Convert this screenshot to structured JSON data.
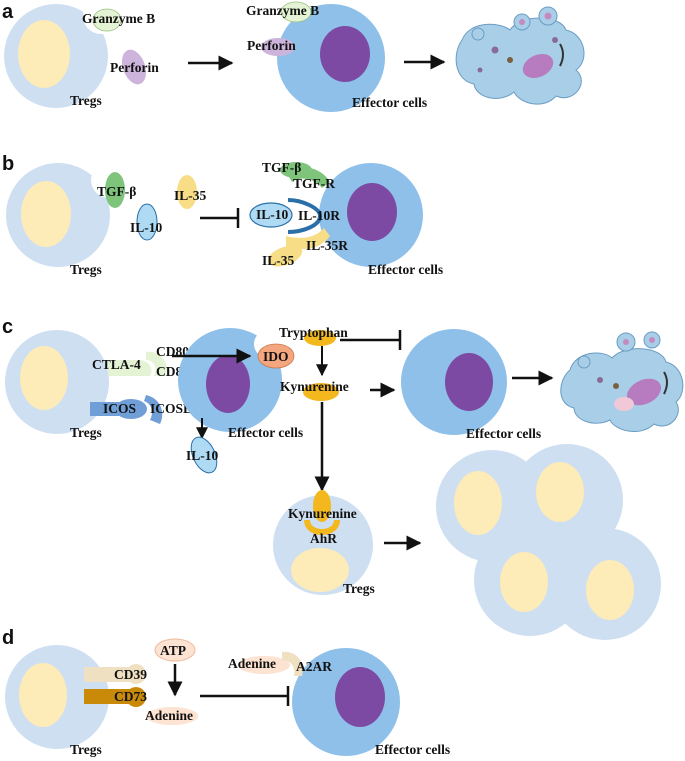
{
  "panels": {
    "a": {
      "letter": "a",
      "granzyme_1": "Granzyme B",
      "perforin_1": "Perforin",
      "granzyme_2": "Granzyme B",
      "perforin_2": "Perforin",
      "tregs": "Tregs",
      "effector": "Effector cells"
    },
    "b": {
      "letter": "b",
      "tgfb": "TGF-β",
      "il10": "IL-10",
      "il35": "IL-35",
      "tgfb_bound": "TGF-β",
      "tgfr": "TGF-R",
      "il10_bound": "IL-10",
      "il10r": "IL-10R",
      "il35r": "IL-35R",
      "il35_bound": "IL-35",
      "tregs": "Tregs",
      "effector": "Effector cells"
    },
    "c": {
      "letter": "c",
      "ctla4": "CTLA-4",
      "cd80": "CD80",
      "cd86": "CD86",
      "icos": "ICOS",
      "icosl": "ICOSL",
      "ido": "IDO",
      "tryptophan": "Tryptophan",
      "kynurenine": "Kynurenine",
      "il10": "IL-10",
      "tregs": "Tregs",
      "effector_1": "Effector cells",
      "effector_2": "Effector cells",
      "kynurenine_2": "Kynurenine",
      "ahr": "AhR",
      "tregs_2": "Tregs"
    },
    "d": {
      "letter": "d",
      "atp": "ATP",
      "cd39": "CD39",
      "cd73": "CD73",
      "adenine_1": "Adenine",
      "adenine_2": "Adenine",
      "a2ar": "A2AR",
      "tregs": "Tregs",
      "effector": "Effector cells"
    }
  },
  "colors": {
    "treg_cell": "#cfdff2",
    "treg_nucleus": "#fdebb8",
    "effector_cell": "#8fc0ea",
    "effector_nucleus": "#7d4aa3",
    "granzyme": "#e3f3d3",
    "perforin": "#cdb4dc",
    "tgfb": "#7fc47b",
    "il10": "#aedaf3",
    "il35": "#f7dd86",
    "ido": "#f4a67e",
    "kynurenine": "#f2b81d",
    "icos": "#6f9fd6",
    "cd39": "#f0e0c2",
    "cd73": "#c98a0a",
    "atp": "#fde3d2"
  }
}
